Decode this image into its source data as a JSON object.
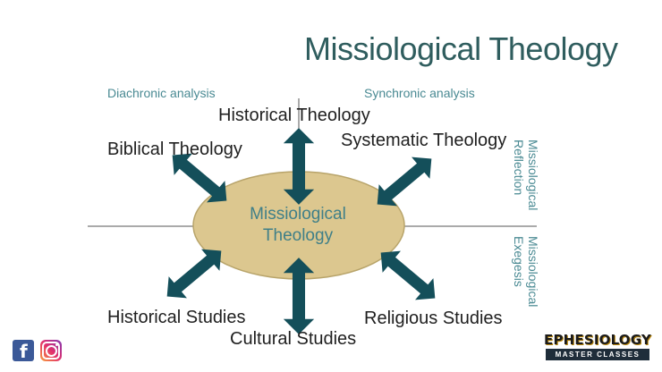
{
  "title": "Missiological Theology",
  "top_left_note": "Diachronic analysis",
  "top_right_note": "Synchronic analysis",
  "labels": {
    "historical_theology": "Historical Theology",
    "biblical_theology": "Biblical Theology",
    "systematic_theology": "Systematic Theology",
    "historical_studies": "Historical Studies",
    "cultural_studies": "Cultural Studies",
    "religious_studies": "Religious Studies"
  },
  "center": {
    "line1": "Missiological",
    "line2": "Theology"
  },
  "side_upper": {
    "line1": "Missiological",
    "line2": "Reflection"
  },
  "side_lower": {
    "line1": "Missiological",
    "line2": "Exegesis"
  },
  "logo": {
    "name": "EPHESIOLOGY",
    "tagline": "MASTER CLASSES"
  },
  "social": {
    "facebook_glyph": "f"
  },
  "colors": {
    "arrow": "#144f5a",
    "ellipse_fill": "#dcc78f",
    "ellipse_stroke": "#b8a46a",
    "title": "#2f5d5e",
    "accent": "#4a8a93"
  }
}
